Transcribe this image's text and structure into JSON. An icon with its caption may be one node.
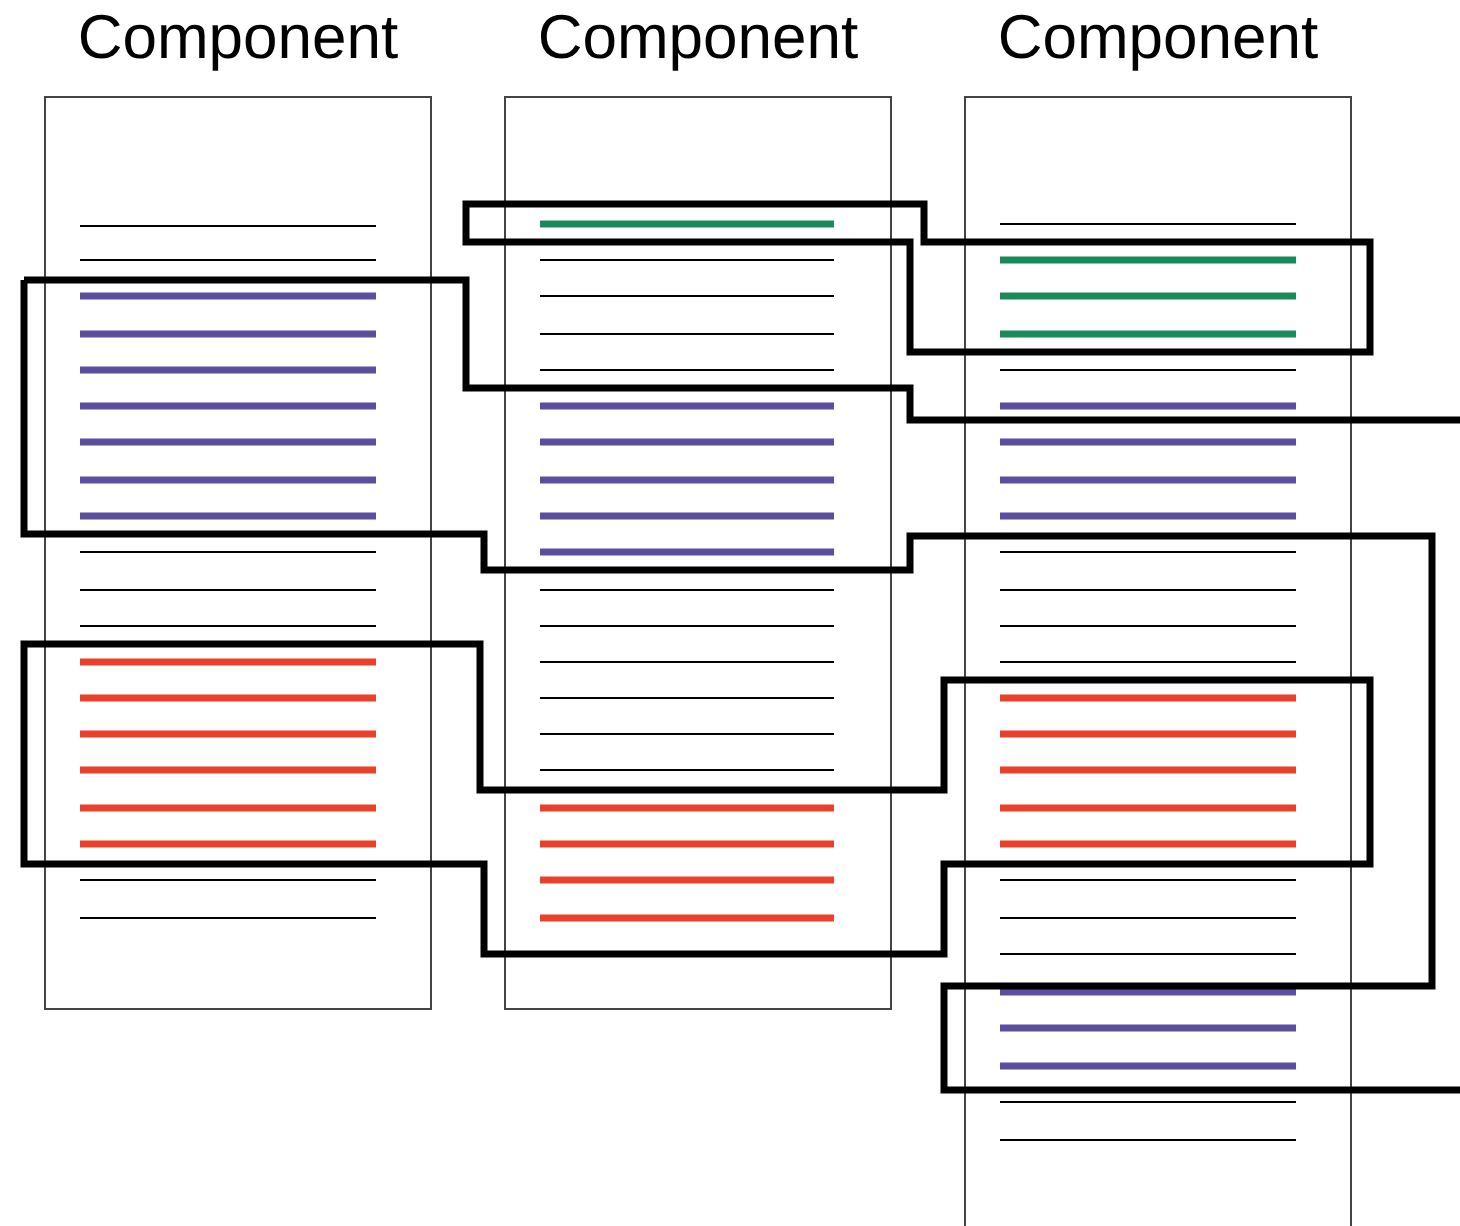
{
  "diagram": {
    "nodes": [
      {
        "text": [
          "Component"
        ]
      },
      {
        "text": [
          "Component"
        ]
      },
      {
        "text": [
          "Component"
        ]
      }
    ]
  }
}
